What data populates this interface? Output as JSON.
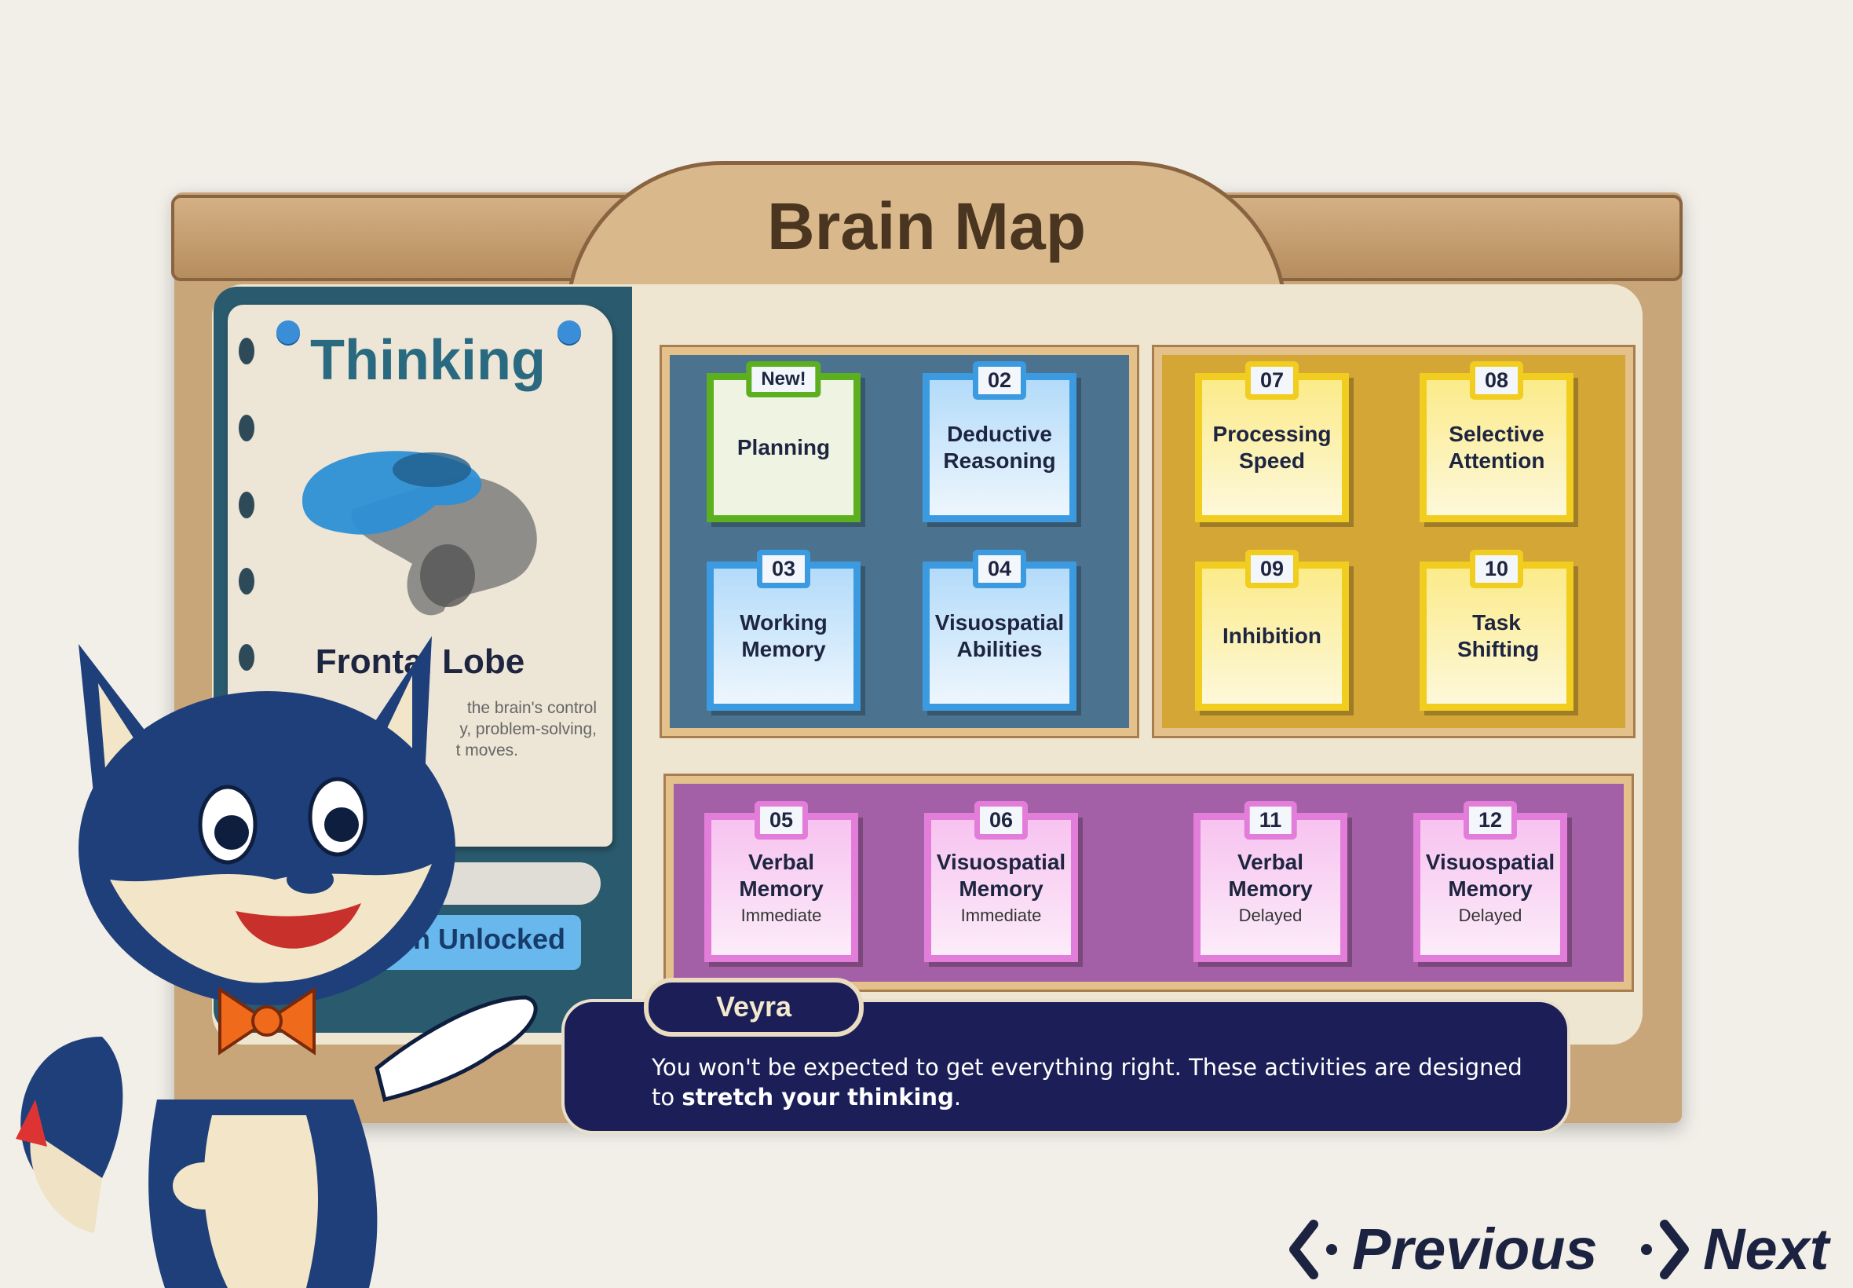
{
  "header": {
    "title": "Brain Map"
  },
  "info_panel": {
    "category": "Thinking",
    "lobe_name": "Frontal Lobe",
    "description_fragments": [
      "the brain's control",
      "y, problem-solving,",
      "t moves."
    ],
    "button_fragment": "in Unlocked"
  },
  "groups": {
    "blue": [
      {
        "badge": "New!",
        "title": "Planning",
        "color": "green"
      },
      {
        "badge": "02",
        "title": "Deductive Reasoning",
        "color": "blue"
      },
      {
        "badge": "03",
        "title": "Working Memory",
        "color": "blue"
      },
      {
        "badge": "04",
        "title": "Visuospatial Abilities",
        "color": "blue"
      }
    ],
    "yellow": [
      {
        "badge": "07",
        "title": "Processing Speed"
      },
      {
        "badge": "08",
        "title": "Selective Attention"
      },
      {
        "badge": "09",
        "title": "Inhibition"
      },
      {
        "badge": "10",
        "title": "Task Shifting"
      }
    ],
    "purple": [
      {
        "badge": "05",
        "title": "Verbal Memory",
        "subtitle": "Immediate"
      },
      {
        "badge": "06",
        "title": "Visuospatial Memory",
        "subtitle": "Immediate"
      },
      {
        "badge": "11",
        "title": "Verbal Memory",
        "subtitle": "Delayed"
      },
      {
        "badge": "12",
        "title": "Visuospatial Memory",
        "subtitle": "Delayed"
      }
    ]
  },
  "dialog": {
    "speaker": "Veyra",
    "text": "You won't be expected to get everything right. These activities are designed to ",
    "emphasis": "stretch your thinking",
    "end": "."
  },
  "nav": {
    "previous": "Previous",
    "next": "Next"
  },
  "colors": {
    "blue_group": "#4b7390",
    "yellow_group": "#d3a636",
    "purple_group": "#a460a6",
    "dialog_bg": "#1c1f57",
    "text_dark": "#1c2340"
  }
}
